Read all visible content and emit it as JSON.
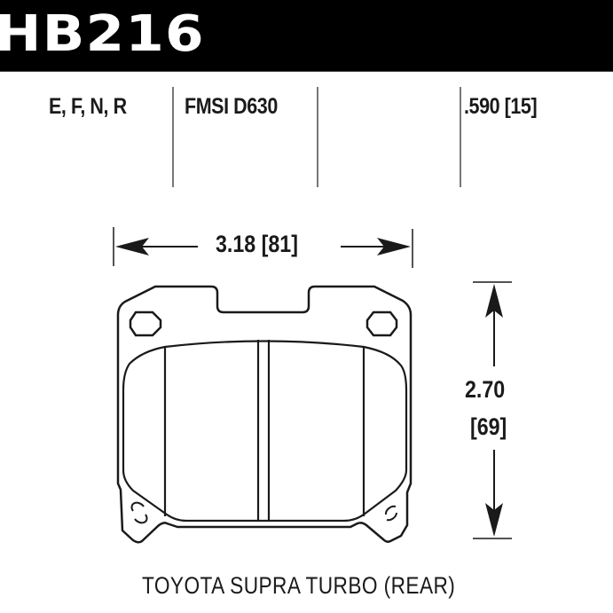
{
  "header": {
    "part_number": "HB216",
    "background_color": "#000000",
    "text_color": "#ffffff"
  },
  "specs": {
    "compounds": "E, F, N, R",
    "fmsi": "FMSI D630",
    "blank": "",
    "thickness": ".590 [15]"
  },
  "dimensions": {
    "width": "3.18 [81]",
    "height_in": "2.70",
    "height_mm": "[69]"
  },
  "caption": "TOYOTA SUPRA TURBO (REAR)"
}
